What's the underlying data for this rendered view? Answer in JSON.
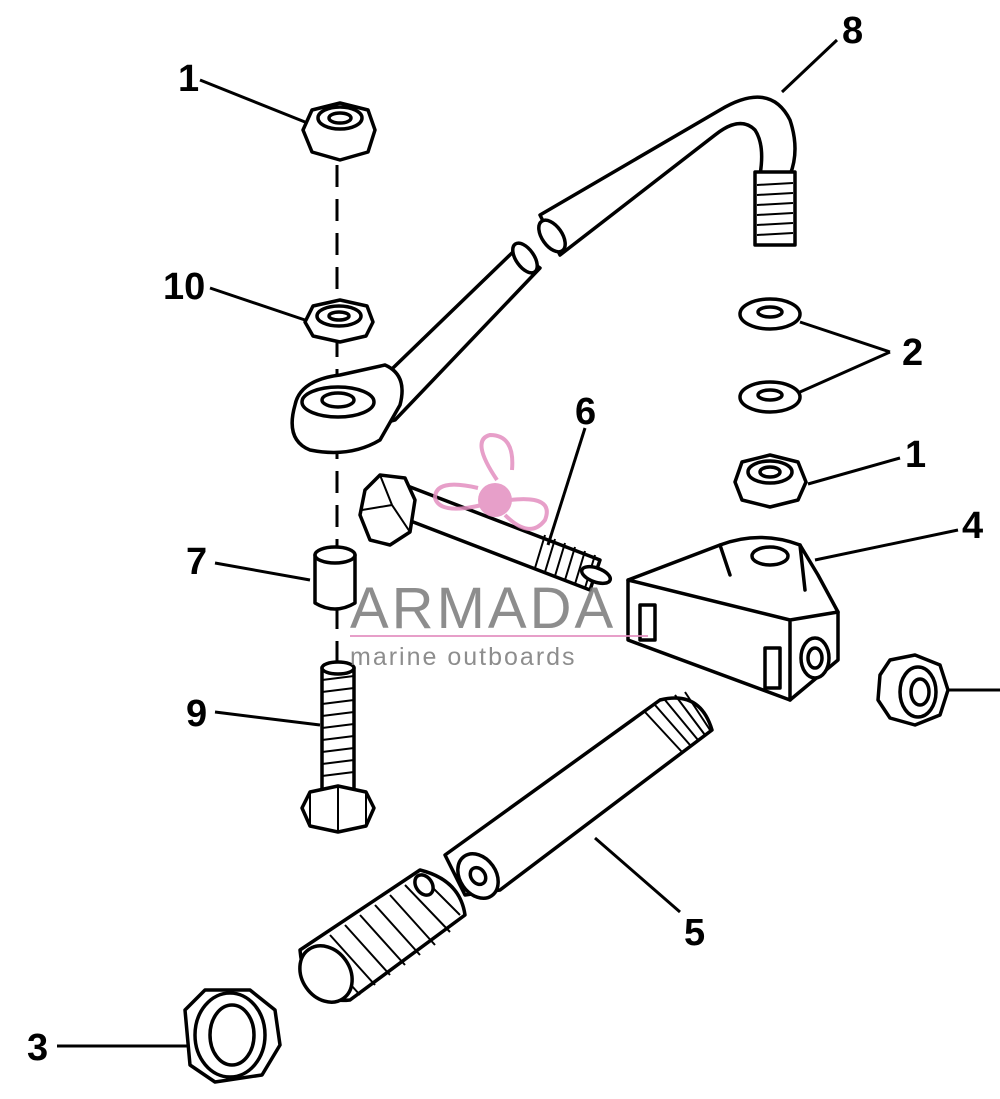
{
  "callouts": {
    "c1a": "1",
    "c1b": "1",
    "c2": "2",
    "c3": "3",
    "c4": "4",
    "c5": "5",
    "c6": "6",
    "c7": "7",
    "c8": "8",
    "c9": "9",
    "c10": "10"
  },
  "watermark": {
    "title": "ARMADA",
    "subtitle": "marine outboards",
    "logo_icon": "propeller-icon",
    "color": "#e38fc0"
  }
}
